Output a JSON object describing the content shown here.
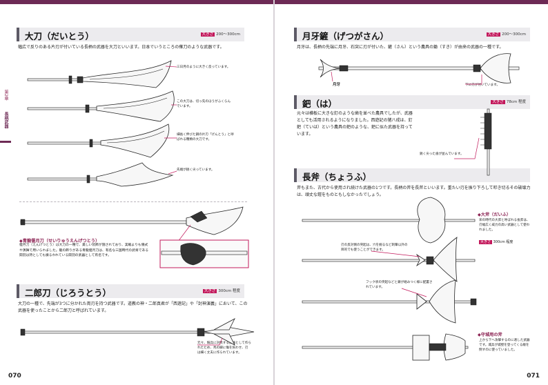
{
  "left_page": {
    "page_number": "070",
    "chapter_tab": {
      "chapter": "第2章",
      "title": "長柄武器"
    },
    "daito": {
      "title": "大刀（だいとう）",
      "size_label": "大きさ",
      "size_value": "200〜300cm",
      "body": "幅広で反りのある片刃が付いている長柄の武器を大刀といいます。日本でいうところの薙刀のような武器です。",
      "notes": [
        "三日月のように大きく反っています。",
        "この大刀は、切っ先のほうがふくらんでいます。",
        "細長く伸びた鋼の片刃「げんとう」と呼ばれる種類の大刀です。",
        "先端が鋭く尖っています。"
      ]
    },
    "seiryu": {
      "heading_marker": "◆",
      "heading": "青龍偃月刀（せいりゅうえんげつとう）",
      "body": "偃月刀（えんげつとう）は大刀の一種で、美しい装飾が施されており、実戦よりも儀式や演舞で用いられました。龍の飾りがある青龍偃月刀は、有名な三国時代の武将である関羽は持としても振るわれている関羽の武器として有名です。"
    },
    "jirouto": {
      "title": "二郎刀（じろうとう）",
      "size_label": "大きさ",
      "size_value": "300cm 程度",
      "body": "大刀の一種で、先端が3つに分かれた両刃を持つ武器です。道教の神・二郎真君が「西遊記」や「封神演義」において、この武器を使ったことから二郎刀と呼ばれています。",
      "note": "元々、騎兵に対抗する武器として作られたため、馬の脚に傷を負わせ、刃は細く丈夫に作られています。"
    }
  },
  "right_page": {
    "page_number": "071",
    "gessha": {
      "title": "月牙鏟（げつがさん）",
      "size_label": "大きさ",
      "size_value": "200〜300cm",
      "body": "月牙は、長柄の先端に月牙、石突に刃が付いた、鏟（さん）という農具の鋤（すき）が由来の武器の一種です。",
      "label_getsuga": "月牙",
      "note": "下に刃が付いています。"
    },
    "ha": {
      "title": "鈀（は）",
      "size_label": "大きさ",
      "size_value": "78cm 程度",
      "body": "元々は横板に大きな釘のような歯を並べた農具でしたが、武器としても活用されるようになりました。西遊記の猪八戒は、釘鈀（ていは）という農具の鈀のような、鈀に似た武器を持っています。",
      "note": "鋭く尖った歯が並んでいます。"
    },
    "chofu": {
      "title": "長斧（ちょうふ）",
      "body": "斧もまた、古代から使用され続けた武器の1つです。長柄の斧を長斧といいます。重たい刃を振り下ろして叩き切るその破壊力は、頑丈な鎧をものともしなかったでしょう。",
      "notes": [
        "刃の反対側の突起は、穴を掘るなど刺撃以外の目的でも使うことができます。",
        "フック状の突起などと鎖が絡みつく様に配置されています。"
      ],
      "daifu": {
        "heading_marker": "◆",
        "heading": "大斧（だいふ）",
        "body": "宋の時代の大斧と呼ばれる長斧は、刃幅広く威力の高い武器として使われました。",
        "size_label": "大きさ",
        "size_value": "300cm 程度"
      },
      "shujo": {
        "heading_marker": "◆",
        "heading": "守城用の斧",
        "body": "上から下へ攻撃するのに適した武器です。城兵が城壁を登ってくる敵を倒すのに使っていました。"
      }
    }
  }
}
